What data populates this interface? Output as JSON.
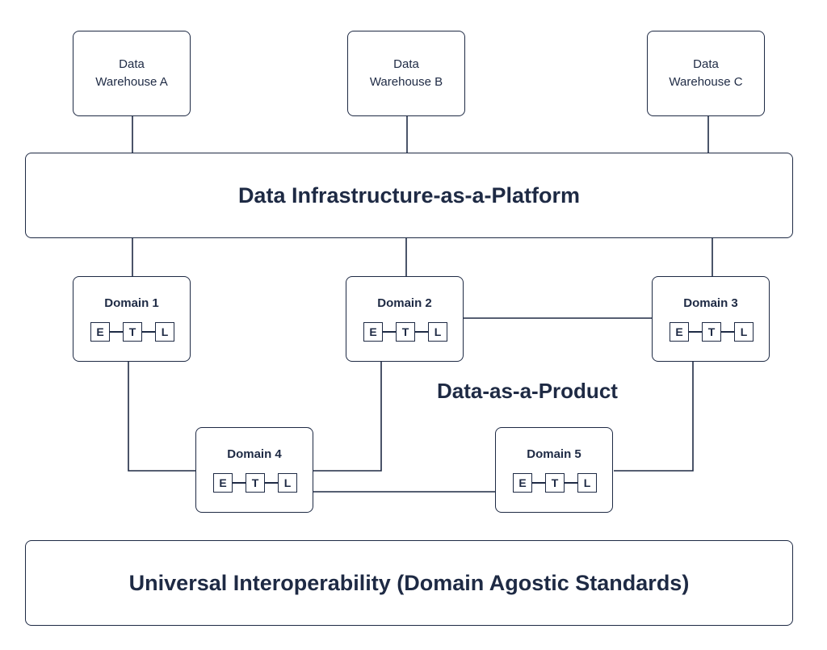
{
  "warehouses": [
    {
      "line1": "Data",
      "line2": "Warehouse A"
    },
    {
      "line1": "Data",
      "line2": "Warehouse B"
    },
    {
      "line1": "Data",
      "line2": "Warehouse C"
    }
  ],
  "platform": {
    "label": "Data Infrastructure-as-a-Platform"
  },
  "domains": [
    {
      "title": "Domain 1",
      "steps": [
        "E",
        "T",
        "L"
      ]
    },
    {
      "title": "Domain 2",
      "steps": [
        "E",
        "T",
        "L"
      ]
    },
    {
      "title": "Domain 3",
      "steps": [
        "E",
        "T",
        "L"
      ]
    },
    {
      "title": "Domain 4",
      "steps": [
        "E",
        "T",
        "L"
      ]
    },
    {
      "title": "Domain 5",
      "steps": [
        "E",
        "T",
        "L"
      ]
    }
  ],
  "product_label": "Data-as-a-Product",
  "interop": {
    "label": "Universal Interoperability (Domain Agostic Standards)"
  },
  "colors": {
    "ink": "#1e2a44",
    "background": "#ffffff"
  }
}
